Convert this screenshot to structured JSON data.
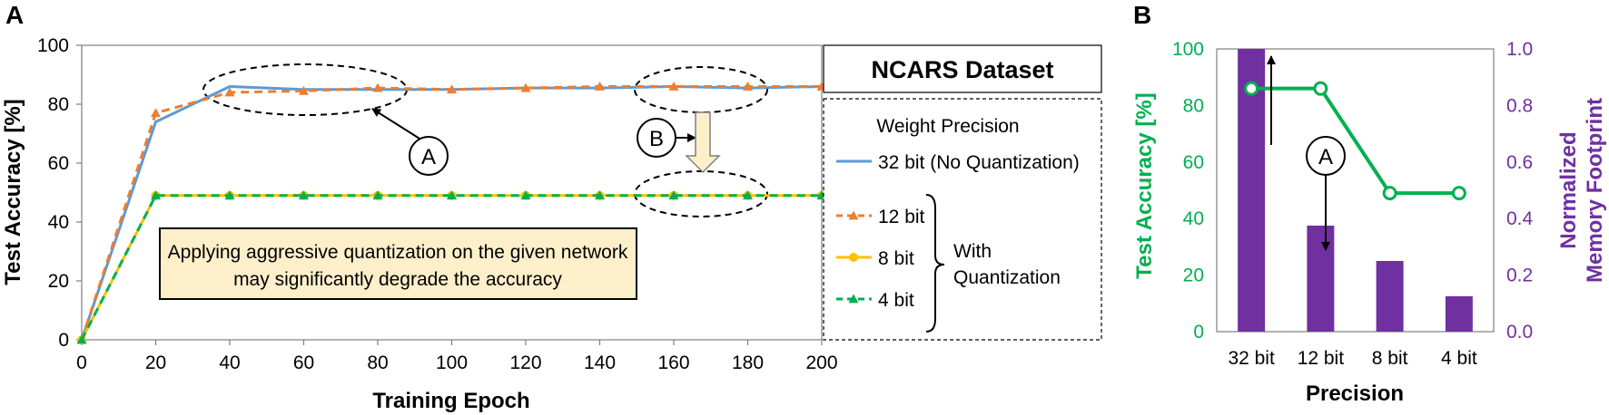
{
  "panel_a_label": "A",
  "panel_b_label": "B",
  "chart_data": [
    {
      "type": "line",
      "xlabel": "Training Epoch",
      "ylabel": "Test Accuracy [%]",
      "xlim": [
        0,
        200
      ],
      "ylim": [
        0,
        100
      ],
      "x": [
        0,
        20,
        40,
        60,
        80,
        100,
        120,
        140,
        160,
        180,
        200
      ],
      "x_ticks": [
        "0",
        "20",
        "40",
        "60",
        "80",
        "100",
        "120",
        "140",
        "160",
        "180",
        "200"
      ],
      "y_ticks": [
        "0",
        "20",
        "40",
        "60",
        "80",
        "100"
      ],
      "grid": false,
      "series": [
        {
          "name": "32 bit (No Quantization)",
          "color": "#5b9bd5",
          "marker": "none",
          "dash": "solid",
          "values": [
            0,
            74,
            86,
            85,
            85,
            85,
            85.5,
            85.5,
            86,
            85.5,
            86
          ]
        },
        {
          "name": "12 bit",
          "color": "#ed7d31",
          "marker": "triangle",
          "dash": "dashed",
          "values": [
            0,
            77,
            84,
            84.5,
            85.5,
            85,
            85.5,
            86,
            86,
            86,
            86
          ]
        },
        {
          "name": "8 bit",
          "color": "#ffc000",
          "marker": "circle",
          "dash": "solid",
          "values": [
            0,
            49,
            49,
            49,
            49,
            49,
            49,
            49,
            49,
            49,
            49
          ]
        },
        {
          "name": "4 bit",
          "color": "#00b050",
          "marker": "triangle",
          "dash": "dashed",
          "values": [
            0,
            49,
            49,
            49,
            49,
            49,
            49,
            49,
            49,
            49,
            49
          ]
        }
      ],
      "dataset_title": "NCARS Dataset",
      "legend_title": "Weight Precision",
      "legend_group_label": [
        "With",
        "Quantization"
      ],
      "legend_placement": "right",
      "annotation_text": [
        "Applying aggressive quantization on the given network",
        "may significantly degrade the accuracy"
      ],
      "annotation_bg": "#fdefc9",
      "callouts": [
        "A",
        "B"
      ]
    },
    {
      "type": "bar",
      "xlabel": "Precision",
      "ylabel": "Test Accuracy [%]",
      "y2label": [
        "Normalized",
        "Memory Footprint"
      ],
      "categories": [
        "32 bit",
        "12 bit",
        "8 bit",
        "4 bit"
      ],
      "ylim": [
        0,
        100
      ],
      "y2lim": [
        0,
        1.0
      ],
      "y_ticks": [
        "0",
        "20",
        "40",
        "60",
        "80",
        "100"
      ],
      "y2_ticks": [
        "0.0",
        "0.2",
        "0.4",
        "0.6",
        "0.8",
        "1.0"
      ],
      "grid": false,
      "series": [
        {
          "name": "Normalized Memory Footprint",
          "kind": "bar",
          "axis": "right",
          "color": "#7030a0",
          "values": [
            1.0,
            0.375,
            0.25,
            0.125
          ]
        },
        {
          "name": "Test Accuracy",
          "kind": "line",
          "axis": "left",
          "color": "#00b050",
          "marker": "circle",
          "values": [
            86,
            86,
            49,
            49
          ]
        }
      ],
      "left_axis_color": "#00b050",
      "right_axis_color": "#7030a0",
      "callouts": [
        "A"
      ]
    }
  ]
}
